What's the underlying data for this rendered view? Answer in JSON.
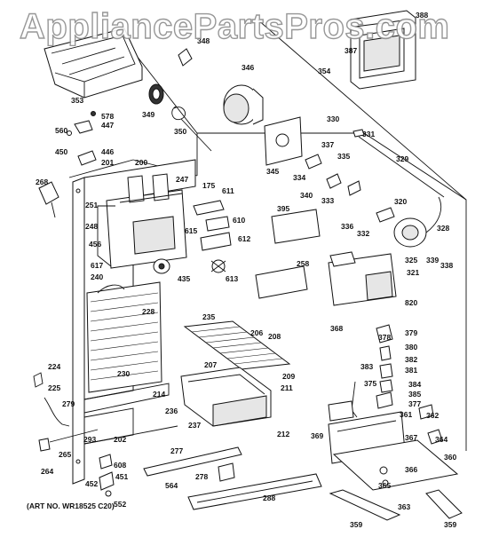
{
  "watermark": "AppliancePartsPros.com",
  "art_number": "(ART NO. WR18525 C20)",
  "parts": [
    {
      "id": "388"
    },
    {
      "id": "387"
    },
    {
      "id": "354"
    },
    {
      "id": "348"
    },
    {
      "id": "346"
    },
    {
      "id": "353"
    },
    {
      "id": "349"
    },
    {
      "id": "350"
    },
    {
      "id": "578"
    },
    {
      "id": "447"
    },
    {
      "id": "560"
    },
    {
      "id": "446"
    },
    {
      "id": "450"
    },
    {
      "id": "201"
    },
    {
      "id": "200"
    },
    {
      "id": "247"
    },
    {
      "id": "268"
    },
    {
      "id": "251"
    },
    {
      "id": "175"
    },
    {
      "id": "611"
    },
    {
      "id": "610"
    },
    {
      "id": "615"
    },
    {
      "id": "612"
    },
    {
      "id": "613"
    },
    {
      "id": "617"
    },
    {
      "id": "435"
    },
    {
      "id": "248"
    },
    {
      "id": "456"
    },
    {
      "id": "240"
    },
    {
      "id": "228"
    },
    {
      "id": "230"
    },
    {
      "id": "224"
    },
    {
      "id": "225"
    },
    {
      "id": "279"
    },
    {
      "id": "265"
    },
    {
      "id": "264"
    },
    {
      "id": "293"
    },
    {
      "id": "202"
    },
    {
      "id": "214"
    },
    {
      "id": "235"
    },
    {
      "id": "206"
    },
    {
      "id": "208"
    },
    {
      "id": "207"
    },
    {
      "id": "209"
    },
    {
      "id": "211"
    },
    {
      "id": "236"
    },
    {
      "id": "237"
    },
    {
      "id": "212"
    },
    {
      "id": "277"
    },
    {
      "id": "278"
    },
    {
      "id": "288"
    },
    {
      "id": "608"
    },
    {
      "id": "451"
    },
    {
      "id": "452"
    },
    {
      "id": "552"
    },
    {
      "id": "564"
    },
    {
      "id": "330"
    },
    {
      "id": "331"
    },
    {
      "id": "337"
    },
    {
      "id": "345"
    },
    {
      "id": "334"
    },
    {
      "id": "335"
    },
    {
      "id": "340"
    },
    {
      "id": "333"
    },
    {
      "id": "329"
    },
    {
      "id": "320"
    },
    {
      "id": "336"
    },
    {
      "id": "332"
    },
    {
      "id": "395"
    },
    {
      "id": "258"
    },
    {
      "id": "328"
    },
    {
      "id": "325"
    },
    {
      "id": "321"
    },
    {
      "id": "339"
    },
    {
      "id": "338"
    },
    {
      "id": "820"
    },
    {
      "id": "368"
    },
    {
      "id": "378"
    },
    {
      "id": "379"
    },
    {
      "id": "380"
    },
    {
      "id": "382"
    },
    {
      "id": "381"
    },
    {
      "id": "383"
    },
    {
      "id": "375"
    },
    {
      "id": "384"
    },
    {
      "id": "385"
    },
    {
      "id": "377"
    },
    {
      "id": "361"
    },
    {
      "id": "362"
    },
    {
      "id": "369"
    },
    {
      "id": "367"
    },
    {
      "id": "364"
    },
    {
      "id": "366"
    },
    {
      "id": "360"
    },
    {
      "id": "365"
    },
    {
      "id": "359"
    },
    {
      "id": "363"
    }
  ]
}
